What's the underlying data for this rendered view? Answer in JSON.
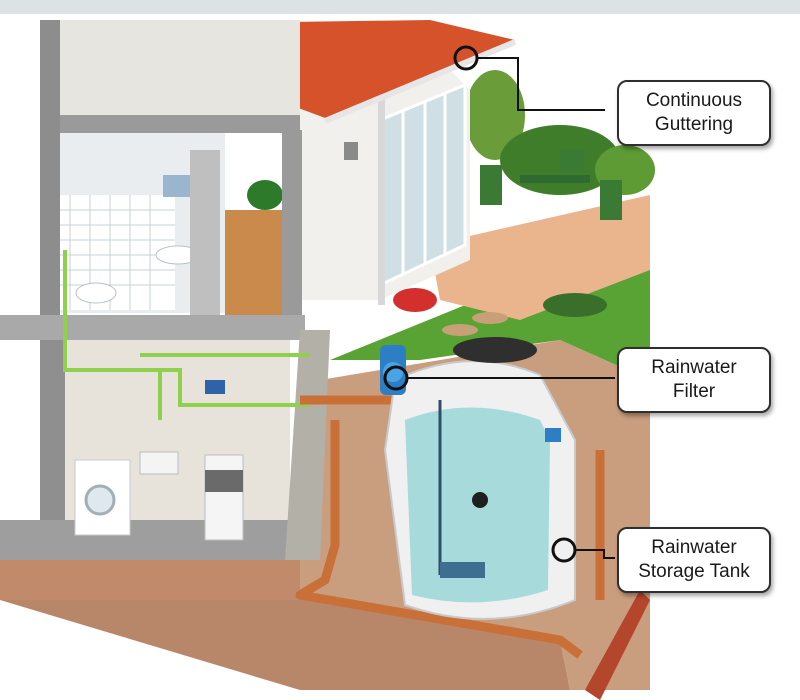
{
  "callouts": {
    "guttering": {
      "line1": "Continuous",
      "line2": "Guttering"
    },
    "filter": {
      "line1": "Rainwater",
      "line2": "Filter"
    },
    "tank": {
      "line1": "Rainwater",
      "line2": "Storage Tank"
    }
  },
  "colors": {
    "roof": "#d9542a",
    "pipe": "#c9703c",
    "water": "#9fd6d8",
    "grass": "#4f9a2f",
    "patio": "#e9b48c",
    "soil": "#c79a7a",
    "wall": "#ecebe6",
    "filter": "#2d7ec4",
    "leader_line": "#111111"
  }
}
